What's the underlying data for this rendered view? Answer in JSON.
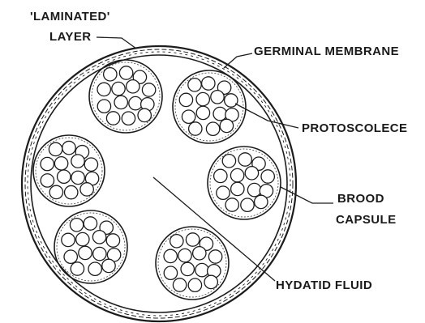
{
  "labels": {
    "laminated_line1": "'LAMINATED'",
    "laminated_line2": "LAYER",
    "germinal_membrane": "GERMINAL MEMBRANE",
    "protoscolece": "PROTOSCOLECE",
    "brood_line1": "BROOD",
    "brood_line2": "CAPSULE",
    "hydatid_fluid": "HYDATID FLUID"
  }
}
